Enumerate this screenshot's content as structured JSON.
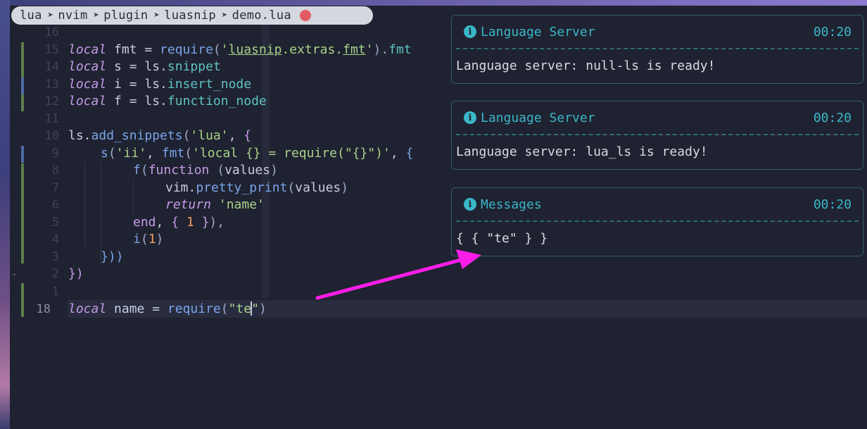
{
  "breadcrumb": [
    "lua",
    "nvim",
    "plugin",
    "luasnip",
    "demo.lua"
  ],
  "line_numbers": [
    "16",
    "15",
    "14",
    "13",
    "12",
    "11",
    "10",
    "9",
    "8",
    "7",
    "6",
    "5",
    "4",
    "3",
    "2",
    "1"
  ],
  "current_line_number": "18",
  "code": {
    "l15": {
      "kw": "local",
      "a": " fmt = ",
      "fn": "require",
      "p1": "(",
      "q1": "'",
      "s1": "luasnip",
      "s2": ".extras.",
      "s3": "fmt",
      "q2": "'",
      "p2": ").",
      "f2": "fmt"
    },
    "l14": {
      "kw": "local",
      "a": " s = ls.",
      "prop": "snippet"
    },
    "l13": {
      "kw": "local",
      "a": " i = ls.",
      "prop": "insert_node"
    },
    "l12": {
      "kw": "local",
      "a": " f = ls.",
      "prop": "function_node"
    },
    "l10": {
      "a": "ls.",
      "fn": "add_snippets",
      "p1": "(",
      "s": "'lua'",
      "b": ", ",
      "c": "{"
    },
    "l9": {
      "fn": "s",
      "p1": "(",
      "s1": "'ii'",
      "b": ", ",
      "fn2": "fmt",
      "p2": "(",
      "s2": "'local {} = require(\"{}\")'",
      "b2": ", ",
      "c": "{"
    },
    "l8": {
      "fn": "f",
      "p1": "(",
      "kw": "function",
      "sp": " ",
      "p2": "(",
      "a": "values",
      "p3": ")"
    },
    "l7": {
      "a": "vim.",
      "fn": "pretty_print",
      "p1": "(",
      "b": "values",
      "p2": ")"
    },
    "l6": {
      "kw": "return",
      "sp": " ",
      "s": "'name'"
    },
    "l5": {
      "kw": "end",
      "b": ", ",
      "c1": "{ ",
      "num": "1",
      "c2": " }",
      "p": "),"
    },
    "l4": {
      "fn": "i",
      "p1": "(",
      "num": "1",
      "p2": ")"
    },
    "l3": {
      "a": "}))"
    },
    "l2": {
      "a": "})"
    },
    "l18": {
      "kw": "local",
      "a": " name = ",
      "fn": "require",
      "p1": "(",
      "s1": "\"te",
      "s2": "\"",
      "p2": ")"
    }
  },
  "notifications": [
    {
      "title": "Language Server",
      "time": "00:20",
      "message": "Language server: null-ls is ready!"
    },
    {
      "title": "Language Server",
      "time": "00:20",
      "message": "Language server: lua_ls is ready!"
    },
    {
      "title": "Messages",
      "time": "00:20",
      "message": "{ { \"te\" } }"
    }
  ],
  "colors": {
    "accent": "#3ab7c9",
    "arrow": "#ff1de8",
    "background": "#1f2230"
  }
}
